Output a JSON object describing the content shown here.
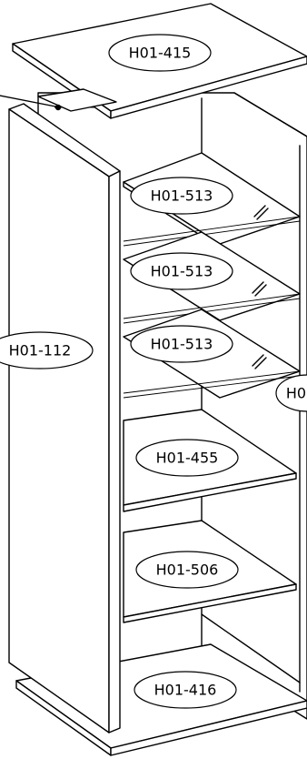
{
  "labels": {
    "top_panel": "H01-415",
    "glass_shelf_1": "H01-513",
    "glass_shelf_2": "H01-513",
    "glass_shelf_3": "H01-513",
    "side_panel": "H01-112",
    "right_partial": "H0",
    "shelf_455": "H01-455",
    "shelf_506": "H01-506",
    "base_panel": "H01-416"
  }
}
